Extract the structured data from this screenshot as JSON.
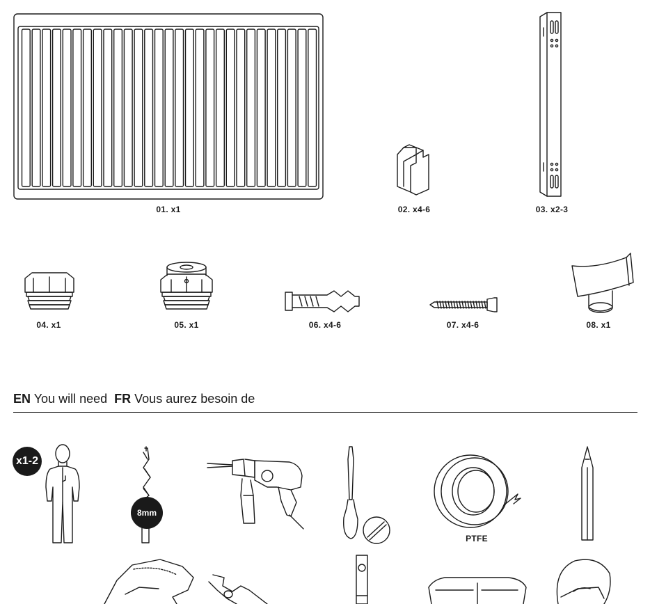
{
  "parts": [
    {
      "id": "radiator",
      "label": "01. x1"
    },
    {
      "id": "bracket-clip",
      "label": "02. x4-6"
    },
    {
      "id": "wall-bracket",
      "label": "03. x2-3"
    },
    {
      "id": "blanking-plug",
      "label": "04. x1"
    },
    {
      "id": "air-vent-plug",
      "label": "05. x1"
    },
    {
      "id": "wall-plug",
      "label": "06. x4-6"
    },
    {
      "id": "screw",
      "label": "07. x4-6"
    },
    {
      "id": "bleed-key",
      "label": "08. x1"
    }
  ],
  "tools_heading": {
    "en_code": "EN",
    "en_text": "You will need",
    "fr_code": "FR",
    "fr_text": "Vous aurez besoin de"
  },
  "tools": {
    "person_badge": "x1-2",
    "drill_bit_size": "8mm",
    "tape_label": "PTFE"
  }
}
